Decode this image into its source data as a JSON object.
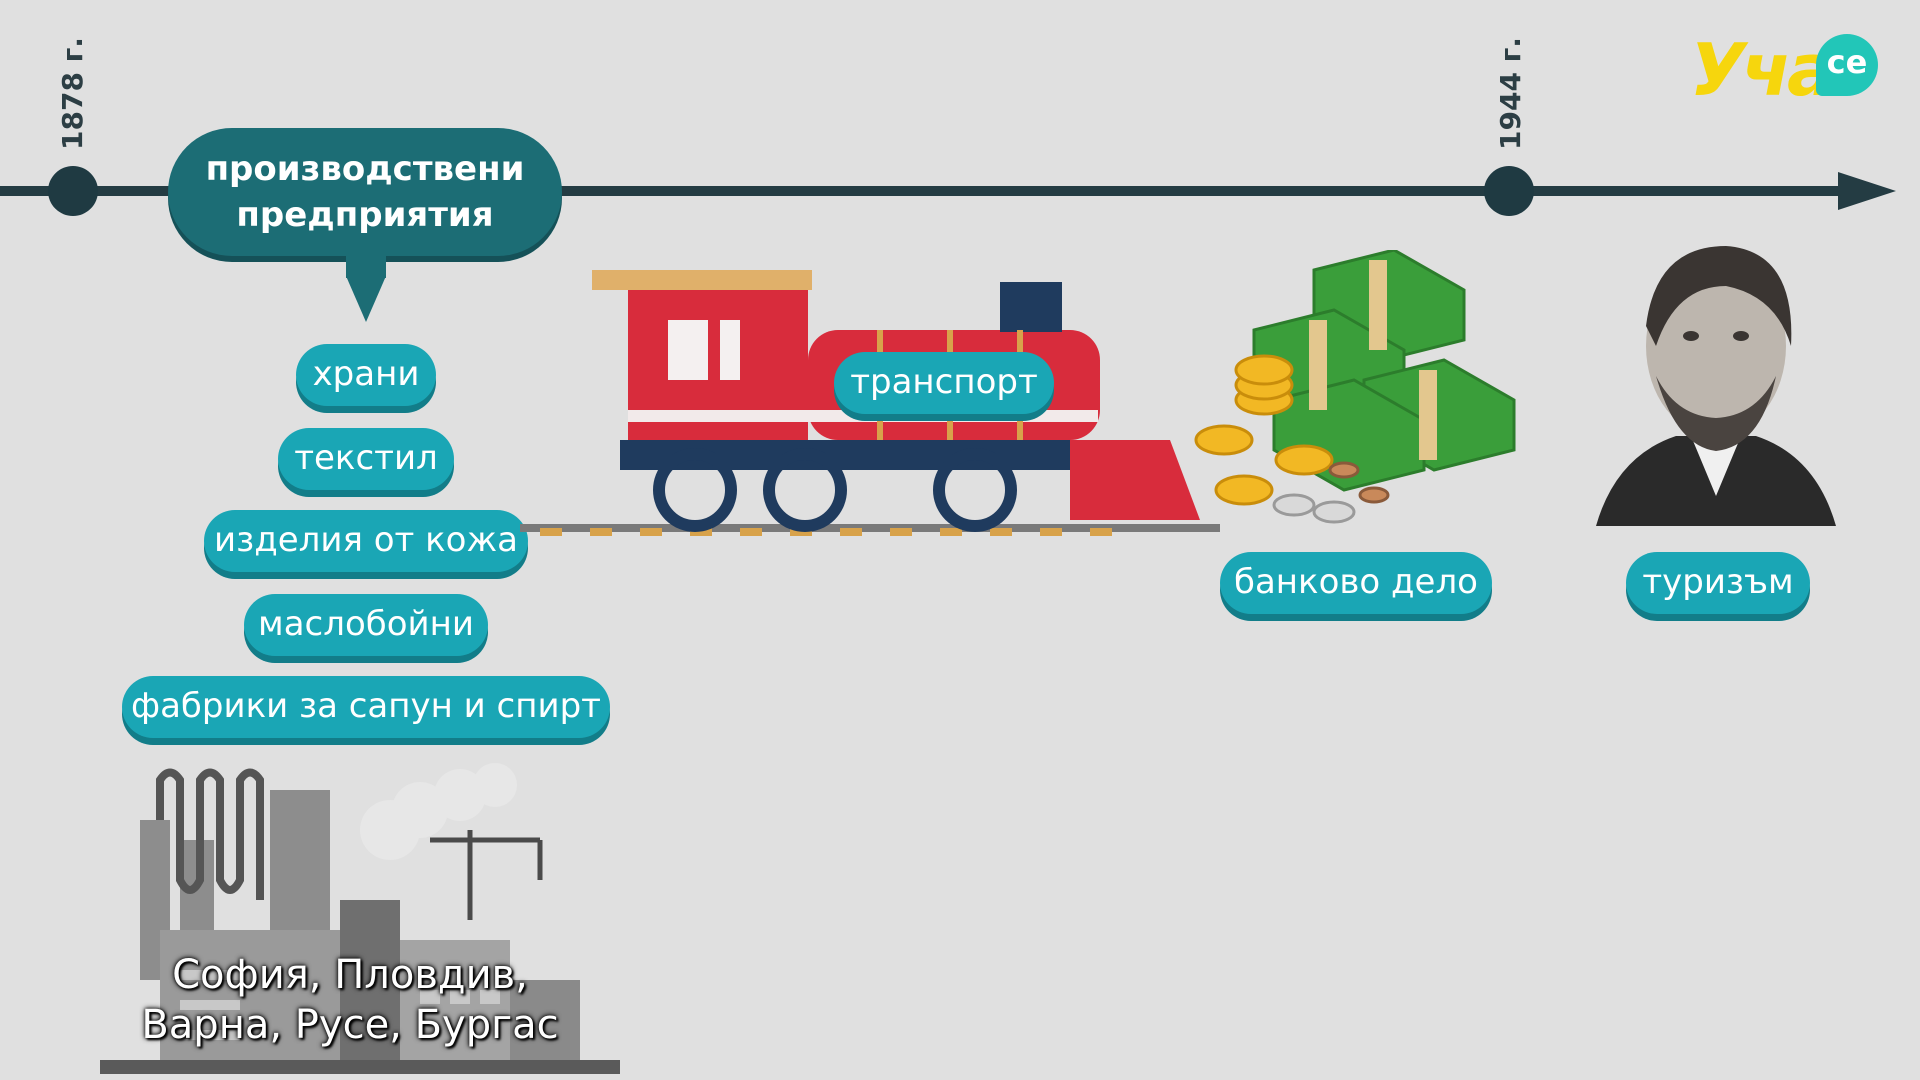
{
  "timeline": {
    "start_year": "1878 г.",
    "end_year": "1944 г."
  },
  "main_topic": {
    "line1": "производствени",
    "line2": "предприятия"
  },
  "industries": [
    {
      "label": "храни"
    },
    {
      "label": "текстил"
    },
    {
      "label": "изделия от кожа"
    },
    {
      "label": "маслобойни"
    },
    {
      "label": "фабрики за сапун и спирт"
    }
  ],
  "sectors": {
    "transport": "транспорт",
    "banking": "банково дело",
    "tourism": "туризъм"
  },
  "cities_caption": {
    "line1": "София, Пловдив,",
    "line2": "Варна, Русе, Бургас"
  },
  "logo": {
    "text": "Уча",
    "badge": "се"
  },
  "colors": {
    "background": "#e0e0e0",
    "timeline": "#243c43",
    "main_bubble": "#1c6d75",
    "pill": "#1aa6b5",
    "logo_yellow": "#f6d60d",
    "logo_teal": "#22c6b8"
  },
  "icons": [
    "factory-icon",
    "train-icon",
    "money-icon",
    "portrait-icon"
  ]
}
